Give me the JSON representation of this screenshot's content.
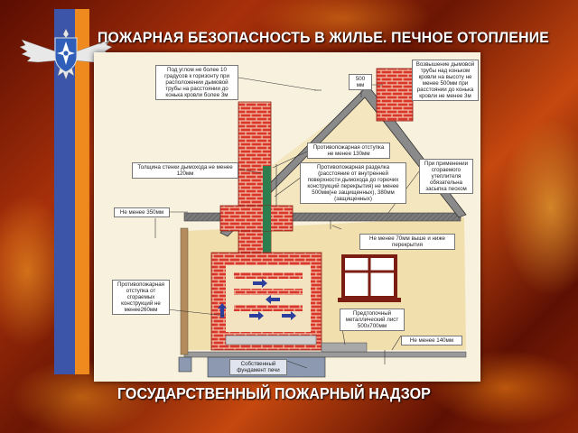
{
  "poster": {
    "title": "ПОЖАРНАЯ БЕЗОПАСНОСТЬ В ЖИЛЬЕ. ПЕЧНОЕ ОТОПЛЕНИЕ",
    "footer": "ГОСУДАРСТВЕННЫЙ ПОЖАРНЫЙ НАДЗОР"
  },
  "diagram": {
    "labels": {
      "angle_note": "Под углом не более 10 градусов к горизонту при расположении дымовой трубы на расстоянии до конька кровли более 3м",
      "height_500": "500 мм",
      "chimney_rise": "Возвышение дымовой трубы над коньком кровли на высоту не менее 500мм при расстоянии до конька кровли не менее 3м",
      "setback_130": "Противопожарная отступка не менее 130мм",
      "wall_120": "Толщина стенки дымохода не менее 120мм",
      "cutting": "Противопожарная разделка (расстояние от внутренней поверхности дымохода до горючих конструкций перекрытия) не менее 500мм(не защищенных), 380мм (защищенных)",
      "filling": "При применении сгораемого утеплителя обязательна засыпка песком",
      "min_350": "Не менее 350мм",
      "min_70": "Не менее 70мм выше и ниже перекрытия",
      "setback_260": "Противопожарная отступка от сгораемых конструкций не менее260мм",
      "pre_furnace": "Предтопочный металлический лист 500х700мм",
      "min_140": "Не менее 140мм",
      "foundation": "Собственный фундамент печи"
    }
  },
  "colors": {
    "blue_stripe": "#3c55a8",
    "orange_stripe": "#ef8a1e",
    "brick": "#d8362a",
    "wall": "#f2dfae",
    "roof": "#8a8a8a"
  }
}
